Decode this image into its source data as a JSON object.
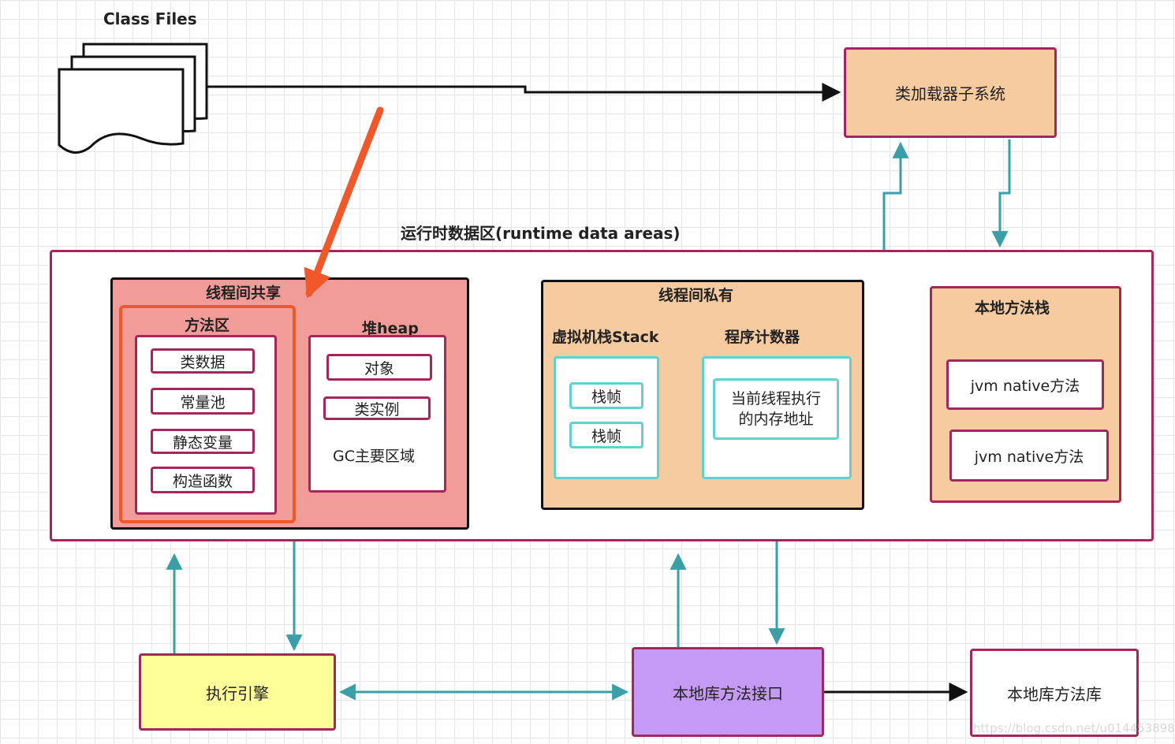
{
  "class_files": {
    "label": "Class Files"
  },
  "class_loader": {
    "label": "类加载器子系统"
  },
  "runtime": {
    "title": "运行时数据区(runtime data areas)",
    "shared": {
      "title": "线程间共享",
      "method_area": {
        "title": "方法区",
        "items": [
          "类数据",
          "常量池",
          "静态变量",
          "构造函数"
        ]
      },
      "heap": {
        "title": "堆heap",
        "items": [
          "对象",
          "类实例"
        ],
        "note": "GC主要区域"
      }
    },
    "private": {
      "title": "线程间私有",
      "vm_stack": {
        "title": "虚拟机栈Stack",
        "frames": [
          "栈帧",
          "栈帧"
        ]
      },
      "pc": {
        "title": "程序计数器",
        "value_line1": "当前线程执行",
        "value_line2": "的内存地址"
      }
    },
    "native_stack": {
      "title": "本地方法栈",
      "items": [
        "jvm native方法",
        "jvm native方法"
      ]
    }
  },
  "execution_engine": {
    "label": "执行引擎"
  },
  "native_interface": {
    "label": "本地库方法接口"
  },
  "native_library": {
    "label": "本地库方法库"
  },
  "watermark": "https://blog.csdn.net/u014453898",
  "colors": {
    "peach": "#f7cba0",
    "salmon": "#f19c99",
    "yellow": "#ffff99",
    "purple": "#c59af5",
    "border": "#a3275a",
    "teal": "#3a9fa6",
    "highlight": "#f0582a"
  }
}
